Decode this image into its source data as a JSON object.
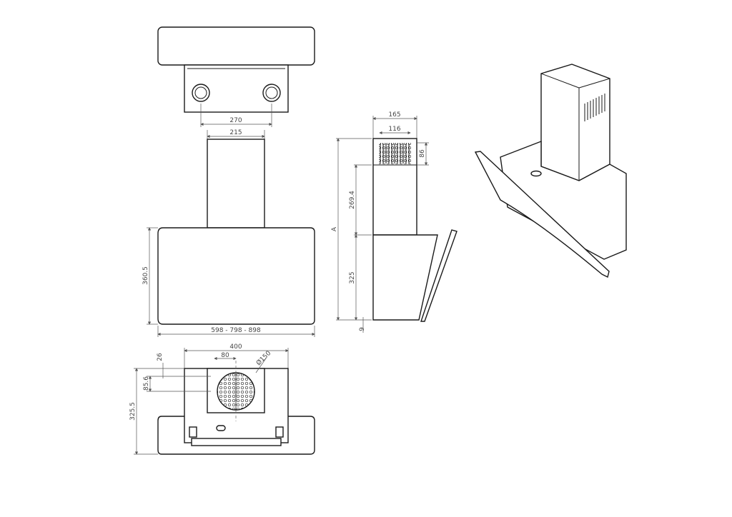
{
  "top_view": {
    "dim_width": "270"
  },
  "front_view": {
    "dim_chimney_width": "215",
    "dim_height": "360.5",
    "dim_widths": "598 - 798 - 898"
  },
  "side_view": {
    "dim_depth": "165",
    "dim_vent_width": "116",
    "dim_vent_height": "86",
    "dim_chimney_height": "269.4",
    "dim_total": "A",
    "dim_body_height": "325",
    "dim_bottom": "9"
  },
  "bottom_view": {
    "dim_width": "400",
    "dim_offset": "80",
    "dim_diameter": "Ø150",
    "dim_top": "26",
    "dim_center": "85.6",
    "dim_depth": "325.5"
  }
}
